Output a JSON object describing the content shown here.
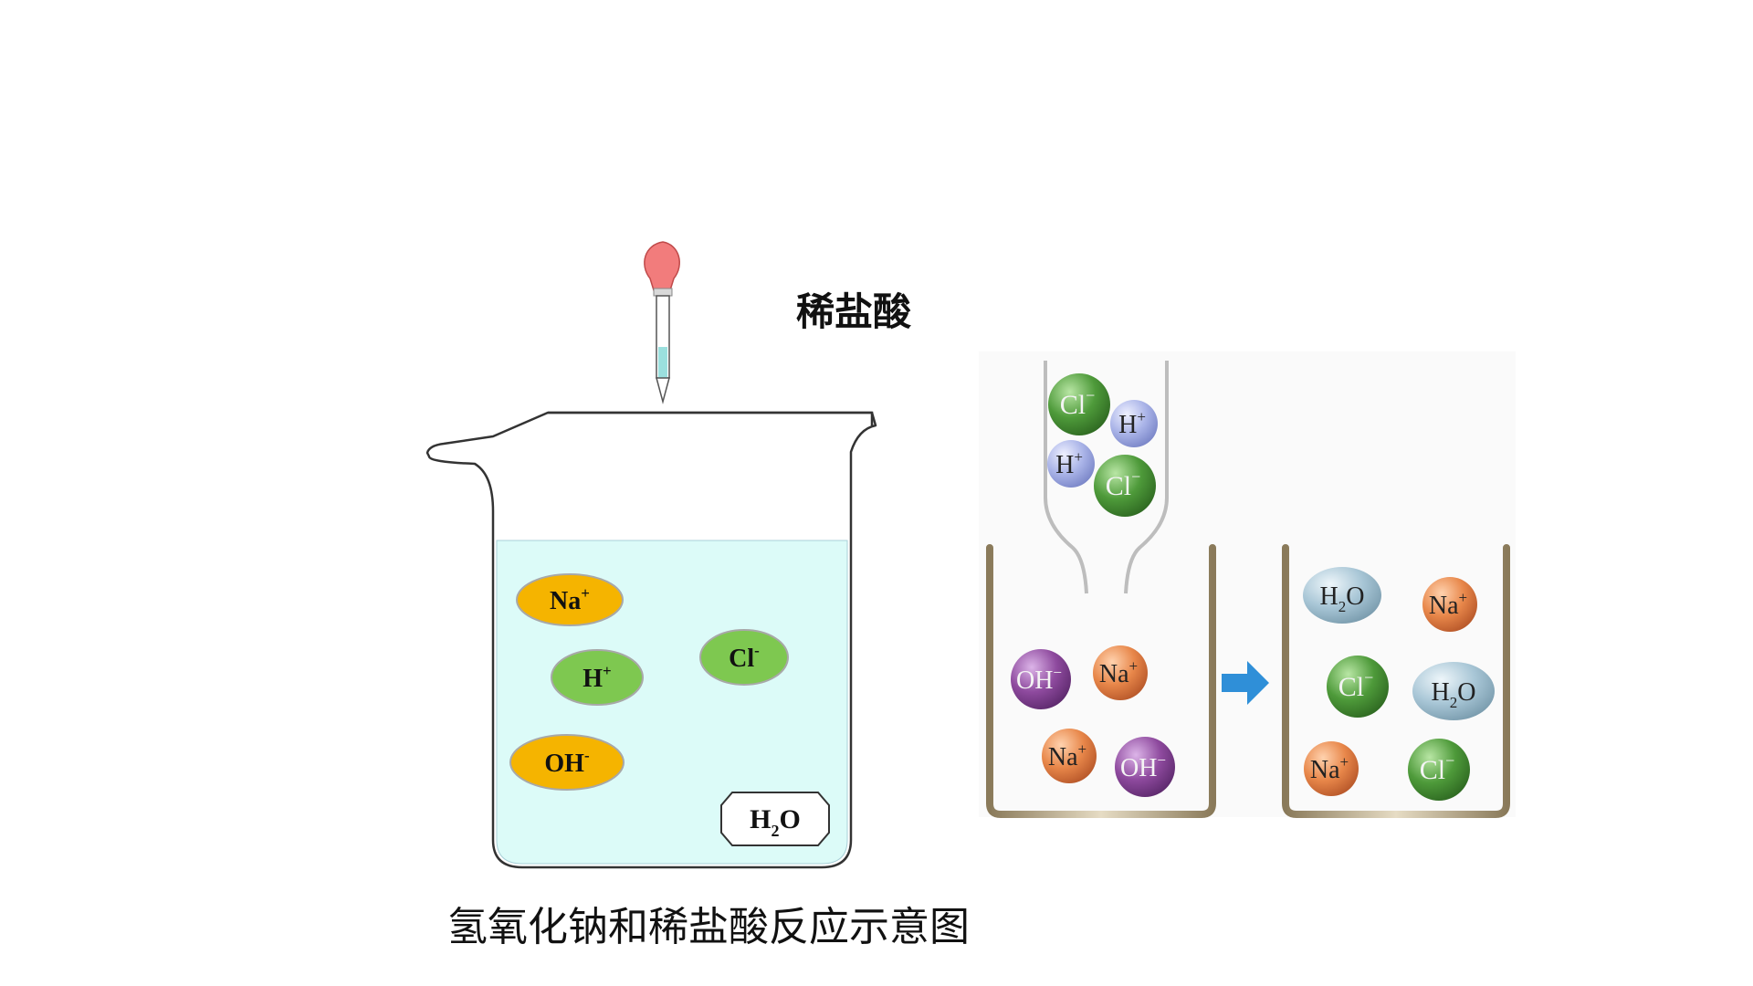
{
  "labels": {
    "dropper_label": "稀盐酸",
    "caption": "氢氧化钠和稀盐酸反应示意图"
  },
  "left_beaker": {
    "ions": [
      {
        "base": "Na",
        "sup": "+",
        "color": "#f5b400"
      },
      {
        "base": "H",
        "sup": "+",
        "color": "#7ec850"
      },
      {
        "base": "Cl",
        "sup": "-",
        "color": "#7ec850"
      },
      {
        "base": "OH",
        "sup": "-",
        "color": "#f5b400"
      }
    ],
    "water": {
      "base": "H",
      "sub": "2",
      "tail": "O"
    }
  },
  "right_diagram": {
    "dropper_ions": [
      {
        "base": "Cl",
        "sup": "−"
      },
      {
        "base": "H",
        "sup": "+"
      },
      {
        "base": "H",
        "sup": "+"
      },
      {
        "base": "Cl",
        "sup": "−"
      }
    ],
    "before_ions": [
      {
        "base": "OH",
        "sup": "−"
      },
      {
        "base": "Na",
        "sup": "+"
      },
      {
        "base": "Na",
        "sup": "+"
      },
      {
        "base": "OH",
        "sup": "−"
      }
    ],
    "after_ions": [
      {
        "base": "H",
        "sub": "2",
        "tail": "O"
      },
      {
        "base": "Na",
        "sup": "+"
      },
      {
        "base": "Cl",
        "sup": "−"
      },
      {
        "base": "H",
        "sub": "2",
        "tail": "O"
      },
      {
        "base": "Na",
        "sup": "+"
      },
      {
        "base": "Cl",
        "sup": "−"
      }
    ]
  },
  "colors": {
    "liquid": "#dcfbf8",
    "dropper_bulb": "#f27c7c",
    "cl_ball": "#4e9a3a",
    "h_ball": "#aab4e8",
    "na_ball": "#e8874a",
    "oh_ball": "#8e4a9e",
    "h2o_ball": "#a8c6d6",
    "arrow": "#2f8fd8"
  }
}
